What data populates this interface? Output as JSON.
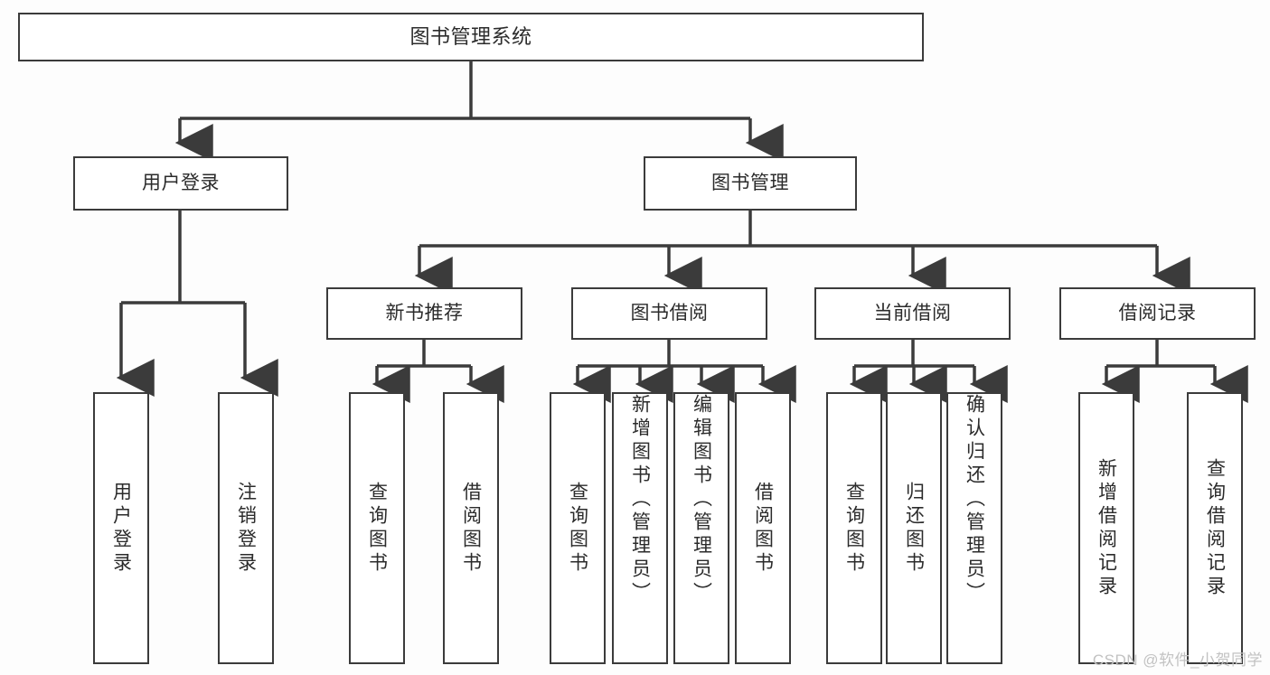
{
  "diagram": {
    "title": "图书管理系统",
    "type": "tree-hierarchy-diagram",
    "colors": {
      "background": "#fdfdfd",
      "box_fill": "#ffffff",
      "box_border": "#3b3b3b",
      "connector": "#3b3b3b",
      "text": "#2b2b2b",
      "watermark": "#c2c2c2"
    },
    "root": {
      "label": "图书管理系统"
    },
    "level2": [
      {
        "label": "用户登录"
      },
      {
        "label": "图书管理"
      }
    ],
    "level3": [
      {
        "label": "新书推荐"
      },
      {
        "label": "图书借阅"
      },
      {
        "label": "当前借阅"
      },
      {
        "label": "借阅记录"
      }
    ],
    "leaves": {
      "user_login": [
        {
          "label": "用户登录"
        },
        {
          "label": "注销登录"
        }
      ],
      "new_book_recommend": [
        {
          "label": "查询图书"
        },
        {
          "label": "借阅图书"
        }
      ],
      "book_borrow": [
        {
          "label": "查询图书"
        },
        {
          "label": "新增图书（管理员）"
        },
        {
          "label": "编辑图书（管理员）"
        },
        {
          "label": "借阅图书"
        }
      ],
      "current_borrow": [
        {
          "label": "查询图书"
        },
        {
          "label": "归还图书"
        },
        {
          "label": "确认归还（管理员）"
        }
      ],
      "borrow_record": [
        {
          "label": "新增借阅记录"
        },
        {
          "label": "查询借阅记录"
        }
      ]
    },
    "watermark": "CSDN @软件_小贺同学"
  }
}
